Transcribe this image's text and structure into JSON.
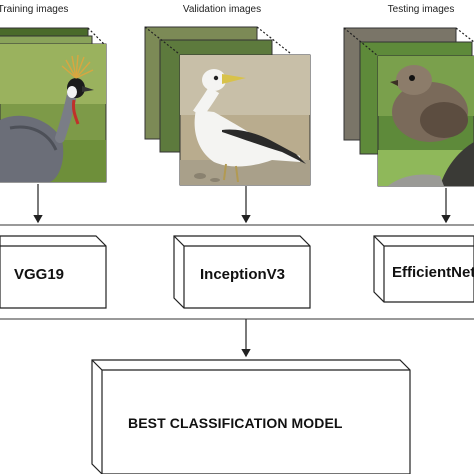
{
  "columns": [
    {
      "label": "Training images"
    },
    {
      "label": "Validation images"
    },
    {
      "label": "Testing images"
    }
  ],
  "models": [
    {
      "label": "VGG19"
    },
    {
      "label": "InceptionV3"
    },
    {
      "label": "EfficientNet"
    }
  ],
  "result": {
    "label": "BEST CLASSIFICATION MODEL"
  },
  "colors": {
    "line": "#222222",
    "box_fill": "#ffffff",
    "side_fill": "#f0f0f0",
    "grass": "#6f9a3c",
    "sand": "#b9ac8e",
    "crane_body": "#6b6e78",
    "booby_body": "#f4f4f2",
    "booby_wing": "#2a2a2a",
    "sparrow_body": "#7a6a5a",
    "rock": "#9a9a96"
  }
}
